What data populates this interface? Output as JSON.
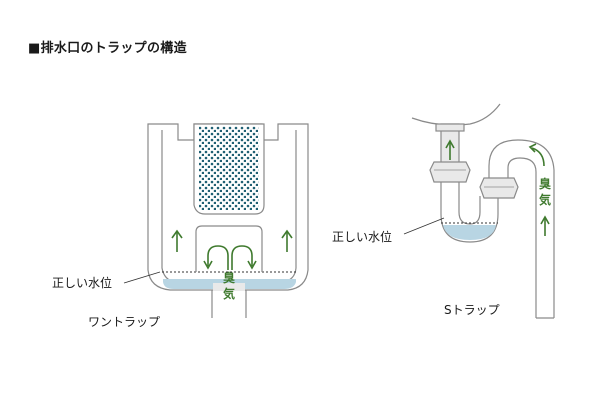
{
  "title": "■排水口のトラップの構造",
  "one_trap": {
    "water_level_label": "正しい水位",
    "smell_label": [
      "臭",
      "気"
    ],
    "name": "ワントラップ"
  },
  "s_trap": {
    "water_level_label": "正しい水位",
    "smell_label": [
      "臭",
      "気"
    ],
    "name": "Sトラップ"
  },
  "colors": {
    "water": "#b8d5e3",
    "pipe_stroke": "#8a8a8a",
    "arrow_green": "#3f7a2e",
    "pipe_fill": "#e9e9e9",
    "dots": "#1f5f73"
  }
}
